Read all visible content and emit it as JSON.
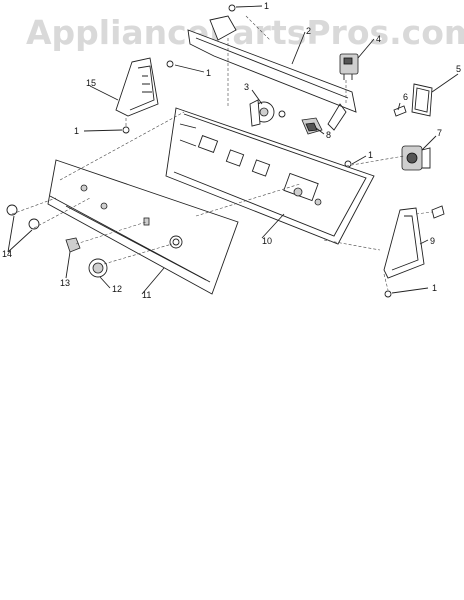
{
  "watermark": "AppliancePartsPros.com",
  "callouts": {
    "c1a": "1",
    "c1b": "1",
    "c1c": "1",
    "c1d": "1",
    "c1e": "1",
    "c2": "2",
    "c3": "3",
    "c4": "4",
    "c5": "5",
    "c6": "6",
    "c7": "7",
    "c8": "8",
    "c9": "9",
    "c10": "10",
    "c11": "11",
    "c12": "12",
    "c13": "13",
    "c14": "14",
    "c15": "15"
  }
}
